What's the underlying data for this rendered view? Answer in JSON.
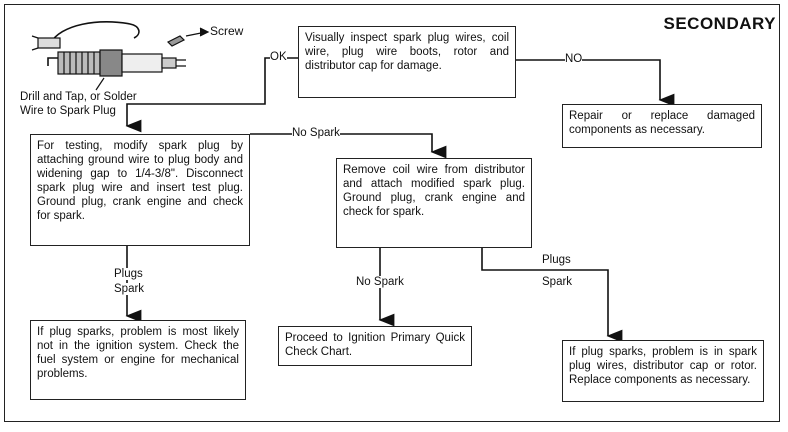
{
  "title": "SECONDARY",
  "illustration": {
    "screw_label": "Screw",
    "caption_line1": "Drill and Tap, or Solder",
    "caption_line2": "Wire to Spark Plug"
  },
  "boxes": {
    "inspect": "Visually inspect spark plug wires, coil wire, plug wire boots, rotor and distributor cap for damage.",
    "repair": "Repair or replace damaged components as necessary.",
    "test_plug": "For testing, modify spark plug by attaching ground wire to plug body and widening gap to 1/4-3/8\". Disconnect spark plug wire and insert test plug. Ground plug, crank engine and check for spark.",
    "remove_coil": "Remove coil wire from distributor and attach modified spark plug. Ground plug, crank engine and check for spark.",
    "not_ignition": "If plug sparks, problem is most likely not in the ignition system. Check the fuel system or engine for mechanical problems.",
    "proceed": "Proceed to Ignition Primary Quick Check Chart.",
    "replace": "If plug sparks, problem is in spark plug wires, distributor cap or rotor. Replace components as necessary."
  },
  "labels": {
    "ok": "OK",
    "no": "NO",
    "no_spark_1": "No Spark",
    "plugs_spark_1a": "Plugs",
    "plugs_spark_1b": "Spark",
    "no_spark_2": "No Spark",
    "plugs_spark_2a": "Plugs",
    "plugs_spark_2b": "Spark"
  }
}
